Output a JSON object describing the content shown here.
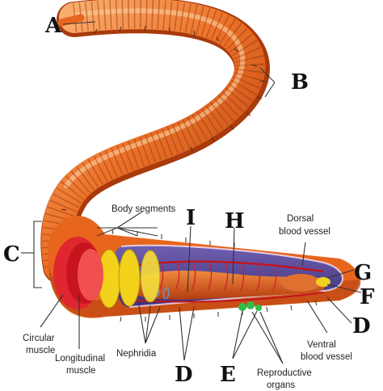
{
  "letters": {
    "a": "A",
    "b": "B",
    "c": "C",
    "d1": "D",
    "d2": "D",
    "e": "E",
    "f": "F",
    "g": "G",
    "h": "H",
    "i": "I"
  },
  "labels": {
    "body_segments": "Body segments",
    "dorsal_1": "Dorsal",
    "dorsal_2": "blood vessel",
    "circular_1": "Circular",
    "circular_2": "muscle",
    "longitudinal_1": "Longitudinal",
    "longitudinal_2": "muscle",
    "nephridia": "Nephridia",
    "reproductive_1": "Reproductive",
    "reproductive_2": "organs",
    "ventral_1": "Ventral",
    "ventral_2": "blood vessel"
  },
  "colors": {
    "worm_body": "#e8651e",
    "worm_highlight": "#f9b070",
    "worm_shadow": "#b8410f",
    "muscle_red": "#e0262e",
    "septa_yellow": "#f2d21a",
    "cavity_purple": "#5a4a9a",
    "gut_orange": "#d9531c",
    "vessel_red": "#c2141e",
    "repro_green": "#2fbf4a"
  }
}
